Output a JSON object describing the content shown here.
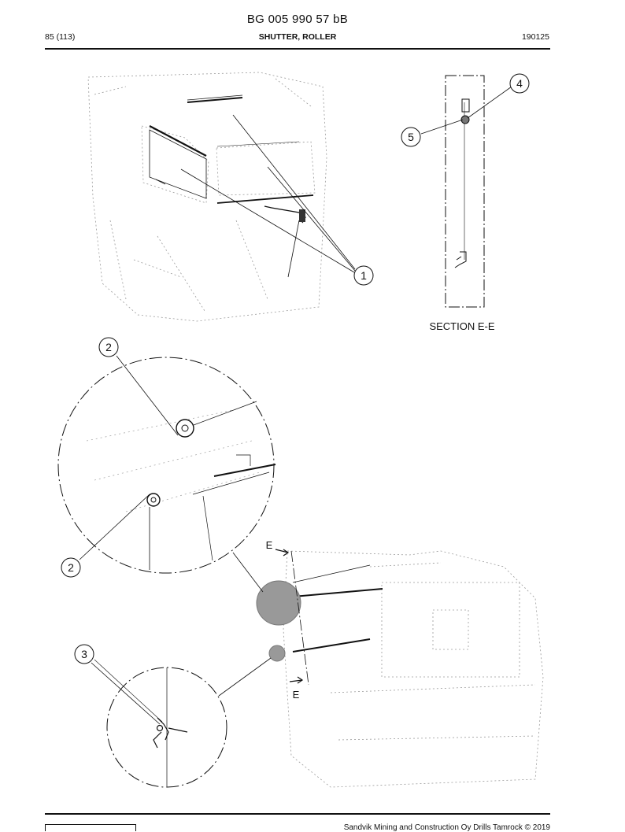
{
  "header": {
    "document_number": "BG 005 990 57 bB",
    "page": "85 (113)",
    "section_title": "SHUTTER, ROLLER",
    "revision_code": "190125"
  },
  "callouts": {
    "c1": "1",
    "c2a": "2",
    "c2b": "2",
    "c3": "3",
    "c4": "4",
    "c5": "5"
  },
  "section": {
    "caption": "SECTION E-E",
    "marker_top": "E",
    "marker_bottom": "E"
  },
  "footer": {
    "copyright": "Sandvik Mining and Construction Oy Drills Tamrock © 2019"
  }
}
